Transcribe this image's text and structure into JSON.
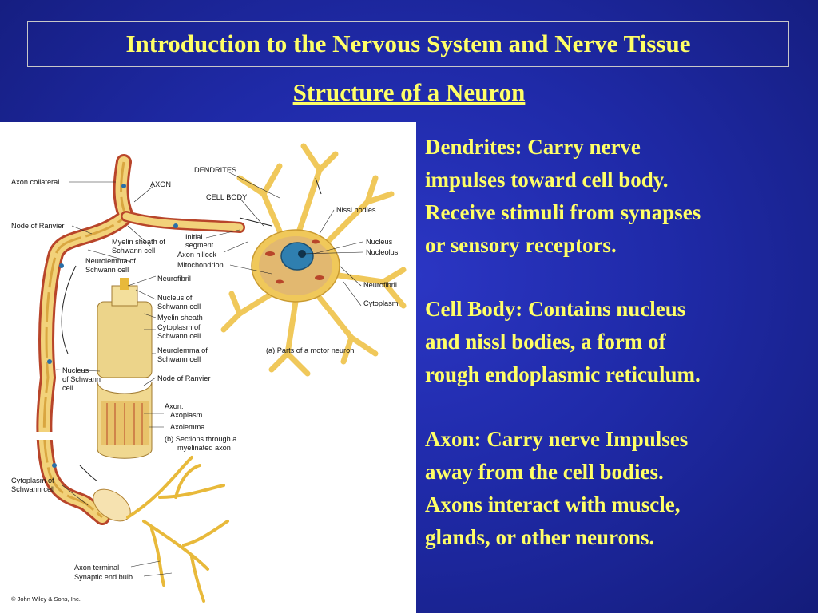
{
  "slide": {
    "title": "Introduction to the Nervous System and Nerve Tissue",
    "subtitle": "Structure of a Neuron"
  },
  "figure": {
    "labels": {
      "axon_collateral": "Axon collateral",
      "axon": "AXON",
      "dendrites": "DENDRITES",
      "cell_body": "CELL BODY",
      "nissl_bodies": "Nissl bodies",
      "node_of_ranvier_1": "Node of Ranvier",
      "myelin_sheath_1": "Myelin sheath of",
      "myelin_sheath_2": "Schwann cell",
      "initial_segment_1": "Initial",
      "initial_segment_2": "segment",
      "axon_hillock": "Axon hillock",
      "nucleus": "Nucleus",
      "nucleolus": "Nucleolus",
      "neurolemma_1": "Neurolemma of",
      "neurolemma_2": "Schwann cell",
      "mitochondrion": "Mitochondrion",
      "neurofibril_left": "Neurofibril",
      "neurofibril_right": "Neurofibril",
      "cytoplasm": "Cytoplasm",
      "nucleus_schwann_1": "Nucleus of",
      "nucleus_schwann_2": "Schwann cell",
      "myelin_sheath_b": "Myelin sheath",
      "cytoplasm_schwann_1": "Cytoplasm of",
      "cytoplasm_schwann_2": "Schwann cell",
      "neurolemma_b_1": "Neurolemma of",
      "neurolemma_b_2": "Schwann cell",
      "caption_a": "(a) Parts of a motor neuron",
      "nucleus_left_1": "Nucleus",
      "nucleus_left_2": "of Schwann",
      "nucleus_left_3": "cell",
      "node_of_ranvier_2": "Node of Ranvier",
      "axon_b": "Axon:",
      "axoplasm": "Axoplasm",
      "axolemma": "Axolemma",
      "caption_b_1": "(b) Sections through a",
      "caption_b_2": "myelinated axon",
      "cytoplasm_left_1": "Cytoplasm of",
      "cytoplasm_left_2": "Schwann cell",
      "axon_terminal": "Axon terminal",
      "synaptic_end_bulb": "Synaptic end bulb",
      "copyright": "© John Wiley & Sons, Inc."
    }
  },
  "content": {
    "dendrites": [
      "Dendrites:  Carry nerve",
      "impulses toward cell body.",
      "Receive stimuli from synapses",
      "or sensory receptors."
    ],
    "cell_body": [
      "Cell Body:  Contains nucleus",
      "and nissl bodies, a form of",
      "rough endoplasmic reticulum."
    ],
    "axon": [
      "Axon:  Carry nerve Impulses",
      "away from the cell bodies.",
      "Axons interact with muscle,",
      "glands, or other neurons."
    ]
  },
  "colors": {
    "background": "#1f2aa8",
    "title_text": "#ffff66",
    "axon_fill": "#f2d27a",
    "axon_stroke": "#b8452a"
  }
}
